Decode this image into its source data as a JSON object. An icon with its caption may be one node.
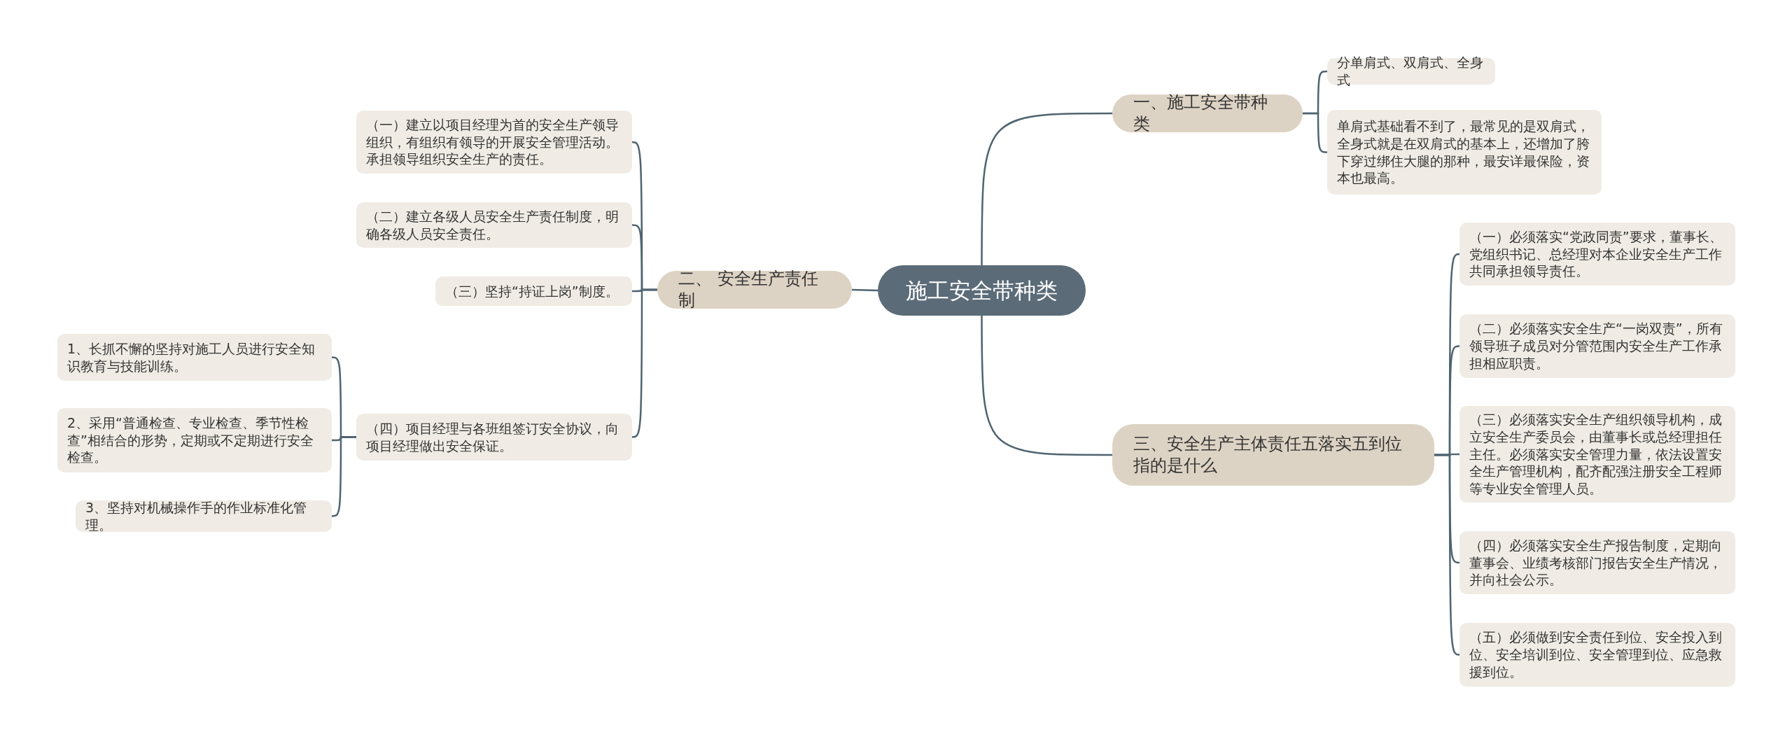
{
  "diagram": {
    "nodes": [
      {
        "text": [
          "施工安全带种类"
        ]
      },
      {
        "text": [
          "一、施工安全带种类"
        ]
      },
      {
        "text": [
          "分单肩式、双肩式、全身式"
        ]
      },
      {
        "text": [
          "单肩式基础看不到了，最常见的是双肩式，全身式就是在双肩式的基本上，还增加了胯下穿过绑住大腿的那种，最安详最保险，资本也最高。"
        ]
      },
      {
        "text": [
          "二、 安全生产责任制"
        ]
      },
      {
        "text": [
          "（一）建立以项目经理为首的安全生产领导组织，有组织有领导的开展安全管理活动。承担领导组织安全生产的责任。"
        ]
      },
      {
        "text": [
          "（二）建立各级人员安全生产责任制度，明确各级人员安全责任。"
        ]
      },
      {
        "text": [
          "（三）坚持“持证上岗”制度。"
        ]
      },
      {
        "text": [
          "（四）项目经理与各班组签订安全协议，向项目经理做出安全保证。"
        ]
      },
      {
        "text": [
          "1、长抓不懈的坚持对施工人员进行安全知识教育与技能训练。"
        ]
      },
      {
        "text": [
          "2、采用“普通检查、专业检查、季节性检查”相结合的形势，定期或不定期进行安全检查。"
        ]
      },
      {
        "text": [
          "3、坚持对机械操作手的作业标准化管理。"
        ]
      },
      {
        "text": [
          "三、安全生产主体责任五落实五到位指的是什么"
        ]
      },
      {
        "text": [
          "（一）必须落实“党政同责”要求，董事长、党组织书记、总经理对本企业安全生产工作共同承担领导责任。"
        ]
      },
      {
        "text": [
          "（二）必须落实安全生产“一岗双责”，所有领导班子成员对分管范围内安全生产工作承担相应职责。"
        ]
      },
      {
        "text": [
          "（三）必须落实安全生产组织领导机构，成立安全生产委员会，由董事长或总经理担任主任。必须落实安全管理力量，依法设置安全生产管理机构，配齐配强注册安全工程师等专业安全管理人员。"
        ]
      },
      {
        "text": [
          "（四）必须落实安全生产报告制度，定期向董事会、业绩考核部门报告安全生产情况，并向社会公示。"
        ]
      },
      {
        "text": [
          "（五）必须做到安全责任到位、安全投入到位、安全培训到位、安全管理到位、应急救援到位。"
        ]
      }
    ],
    "edges": [
      {
        "from": 0,
        "to": 1,
        "arrow": "none"
      },
      {
        "from": 1,
        "to": 2,
        "arrow": "none"
      },
      {
        "from": 1,
        "to": 3,
        "arrow": "none"
      },
      {
        "from": 0,
        "to": 4,
        "arrow": "none"
      },
      {
        "from": 4,
        "to": 5,
        "arrow": "none"
      },
      {
        "from": 4,
        "to": 6,
        "arrow": "none"
      },
      {
        "from": 4,
        "to": 7,
        "arrow": "none"
      },
      {
        "from": 4,
        "to": 8,
        "arrow": "none"
      },
      {
        "from": 8,
        "to": 9,
        "arrow": "none"
      },
      {
        "from": 8,
        "to": 10,
        "arrow": "none"
      },
      {
        "from": 8,
        "to": 11,
        "arrow": "none"
      },
      {
        "from": 0,
        "to": 12,
        "arrow": "none"
      },
      {
        "from": 12,
        "to": 13,
        "arrow": "none"
      },
      {
        "from": 12,
        "to": 14,
        "arrow": "none"
      },
      {
        "from": 12,
        "to": 15,
        "arrow": "none"
      },
      {
        "from": 12,
        "to": 16,
        "arrow": "none"
      },
      {
        "from": 12,
        "to": 17,
        "arrow": "none"
      }
    ]
  }
}
